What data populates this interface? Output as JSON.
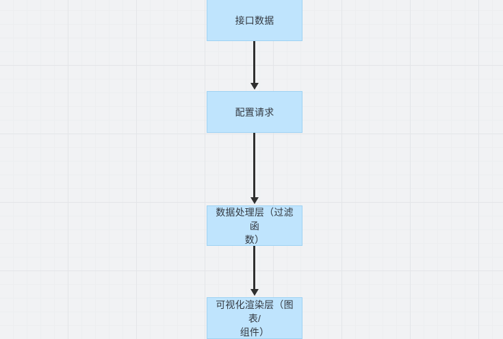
{
  "diagram": {
    "type": "flowchart",
    "orientation": "top-to-bottom",
    "background_color": "#f1f2f4",
    "node_fill_color": "#bfe4fd",
    "node_border_color": "#9ed2f3",
    "node_text_color": "#333840",
    "connector_color": "#2f2f2f",
    "nodes": [
      {
        "id": "node-1",
        "label": "接口数据"
      },
      {
        "id": "node-2",
        "label": "配置请求"
      },
      {
        "id": "node-3",
        "label": "数据处理层（过滤函\n数）"
      },
      {
        "id": "node-4",
        "label": "可视化渲染层（图表/\n组件）"
      }
    ],
    "edges": [
      {
        "from": "node-1",
        "to": "node-2",
        "label": ""
      },
      {
        "from": "node-2",
        "to": "node-3",
        "label": ""
      },
      {
        "from": "node-3",
        "to": "node-4",
        "label": ""
      }
    ]
  }
}
